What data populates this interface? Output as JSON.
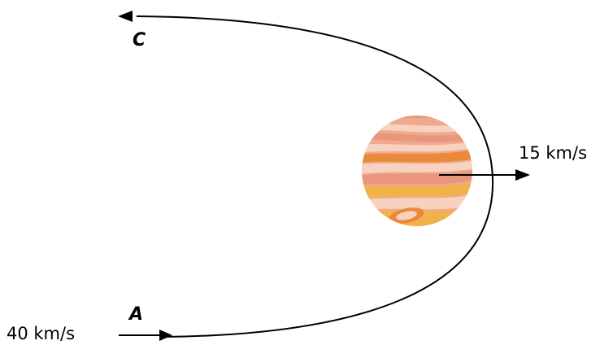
{
  "labels": {
    "point_a": "A",
    "point_c": "C",
    "speed_at_a": "40 km/s",
    "speed_planet": "15 km/s"
  },
  "colors": {
    "line": "#000000",
    "planet_band_light": "#f6d2bf",
    "planet_band_salmon": "#e9977c",
    "planet_band_orange": "#e98a3a",
    "planet_band_gold": "#f2b24a",
    "planet_base": "#f0a98f"
  },
  "icons": {
    "planet": "jupiter-planet-icon"
  }
}
